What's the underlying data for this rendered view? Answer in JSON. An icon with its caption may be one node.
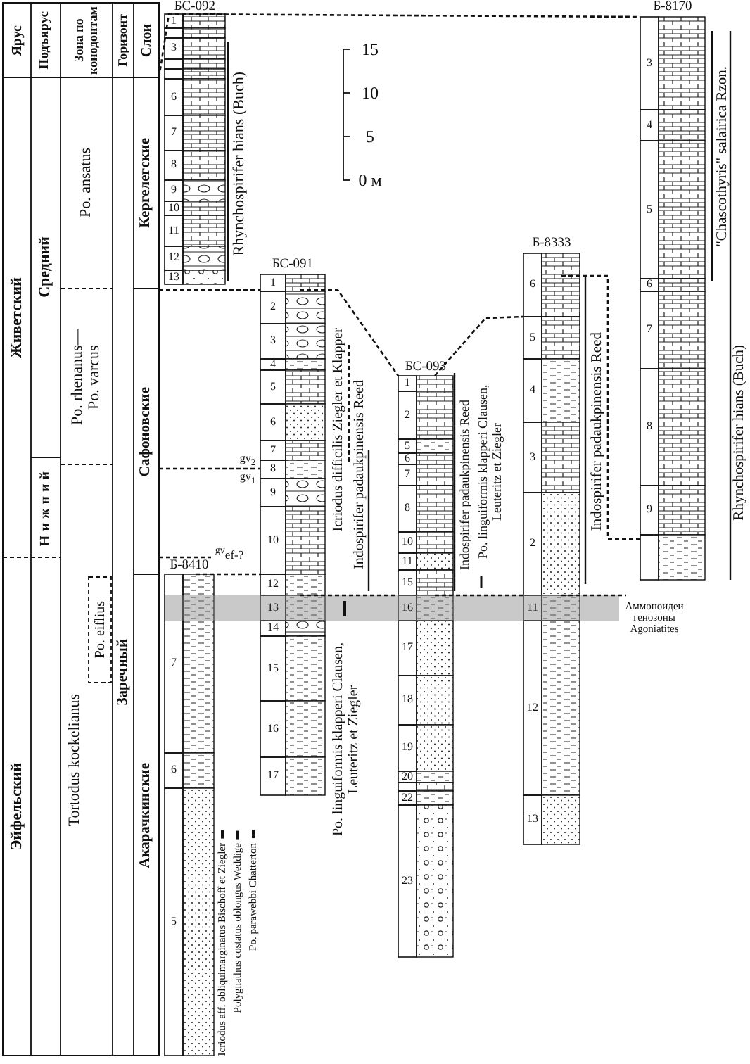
{
  "diagram": {
    "labels": [
      "Ярус",
      "Подъярус",
      "Зона по конодонтам",
      "Горизонт",
      "Слои",
      "Живетский",
      "Средний",
      "Po. ansatus",
      "Кергелегские",
      "Po. rhenanus— Po. varcus",
      "Сафоновские",
      "Нижний",
      "Заречный",
      "Эйфельский",
      "Po. eiflius",
      "Tortodus kockelianus",
      "Акарачкинские",
      "15",
      "10",
      "5",
      "0 м",
      "БС-092",
      "1",
      "3",
      "6",
      "7",
      "8",
      "9",
      "10",
      "11",
      "12",
      "13",
      "Б-8410",
      "7",
      "6",
      "5",
      "БС-091",
      "1",
      "2",
      "3",
      "4",
      "5",
      "6",
      "7",
      "8",
      "9",
      "10",
      "12",
      "13",
      "14",
      "15",
      "16",
      "17",
      "БС-093",
      "1",
      "2",
      "5",
      "6",
      "7",
      "8",
      "10",
      "11",
      "15",
      "16",
      "17",
      "18",
      "19",
      "20",
      "22",
      "23",
      "Б-8333",
      "6",
      "5",
      "4",
      "3",
      "2",
      "11",
      "12",
      "13",
      "Б-8170",
      "3",
      "4",
      "5",
      "6",
      "7",
      "8",
      "9",
      "Rhynchospirifer hians (Buch)",
      "Icriodus difficilis Ziegler et Klapper",
      "Indospirifer padaukpinensis Reed",
      "Po. linguiformis klapperi Clausen, Leuteritz et Ziegler",
      "Icriodus aff. obliquimarginatus Bischoff et Ziegler",
      "Polygnathus costatus oblongus Weddige",
      "Po. parawebbi Chatterton",
      "Indospirifer padaukpinensis Reed",
      "Po. linguiformis klapperi Clausen, Leuteritz et Ziegler",
      "Indospirifer padaukpinensis Reed",
      "\"Chascothyris\" salairica Rzon.",
      "Rhynchospirifer hians (Buch)",
      "gv$_{2}$",
      "gv$_{1}$",
      "$^{gv}$ef-?",
      "Аммоноидеи генозоны Agoniatites"
    ]
  }
}
